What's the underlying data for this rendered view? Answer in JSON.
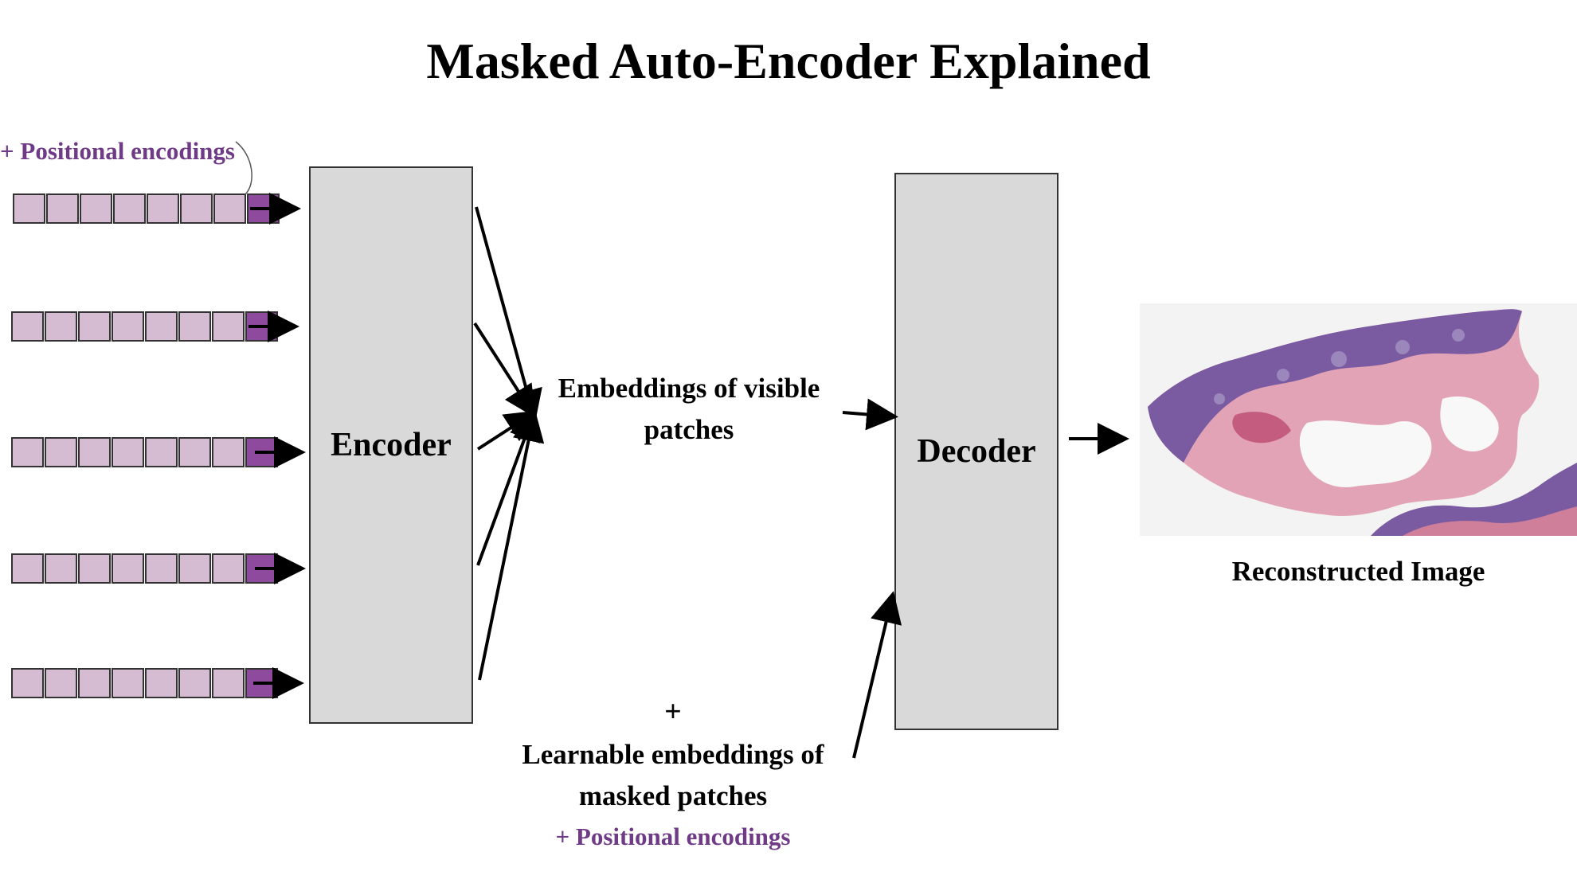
{
  "title": "Masked Auto-Encoder Explained",
  "encoder_label": "Encoder",
  "decoder_label": "Decoder",
  "positional_top": "+ Positional encodings",
  "visible_embeddings": [
    "Embeddings of visible",
    "patches"
  ],
  "plus_sign": "+",
  "masked_embeddings": [
    "Learnable embeddings of",
    "masked patches"
  ],
  "positional_bottom": "+ Positional encodings",
  "reconstructed_label": "Reconstructed Image",
  "patch_rows": {
    "count": 5,
    "tokens_per_row": 8,
    "token_color": "#d5bcd3",
    "positional_color": "#8e4a9c"
  },
  "colors": {
    "box_fill": "#d9d9d9",
    "positional_text": "#6f3a86",
    "tissue_purple": "#7a5aa0",
    "tissue_pink": "#cf7f9a"
  }
}
